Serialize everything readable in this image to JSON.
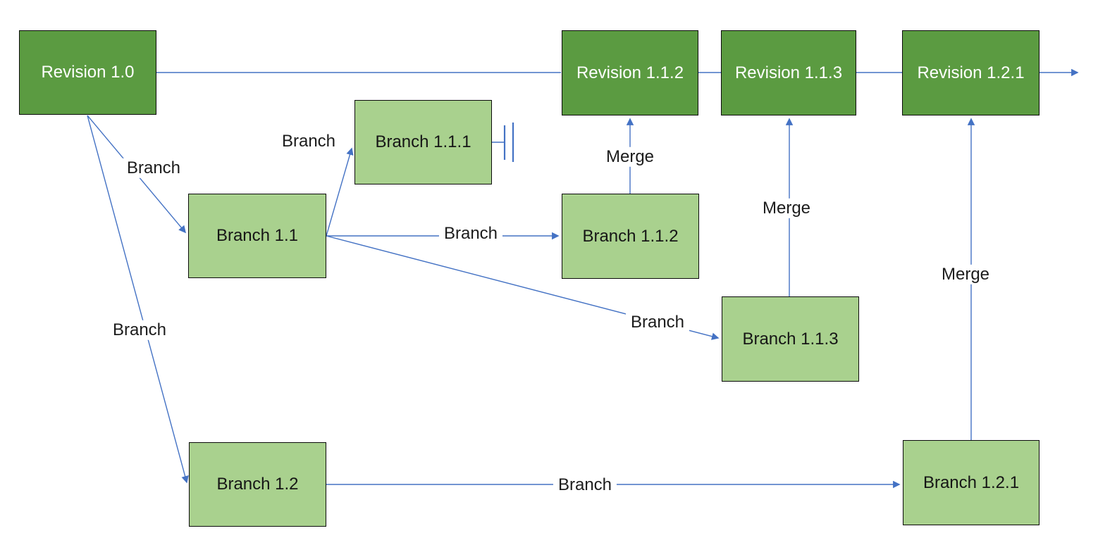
{
  "diagram": {
    "type": "version-control-branching-diagram",
    "colors": {
      "revision_fill": "#5b9b41",
      "branch_fill": "#a9d18e",
      "connector_blue": "#4472c4",
      "box_border": "#0b0b0b",
      "background": "#ffffff"
    },
    "nodes": {
      "revision_1_0": {
        "label": "Revision 1.0",
        "kind": "revision"
      },
      "revision_1_1_2": {
        "label": "Revision 1.1.2",
        "kind": "revision"
      },
      "revision_1_1_3": {
        "label": "Revision 1.1.3",
        "kind": "revision"
      },
      "revision_1_2_1": {
        "label": "Revision 1.2.1",
        "kind": "revision"
      },
      "branch_1_1": {
        "label": "Branch 1.1",
        "kind": "branch"
      },
      "branch_1_1_1": {
        "label": "Branch 1.1.1",
        "kind": "branch"
      },
      "branch_1_1_2": {
        "label": "Branch 1.1.2",
        "kind": "branch"
      },
      "branch_1_1_3": {
        "label": "Branch 1.1.3",
        "kind": "branch"
      },
      "branch_1_2": {
        "label": "Branch 1.2",
        "kind": "branch"
      },
      "branch_1_2_1": {
        "label": "Branch 1.2.1",
        "kind": "branch"
      }
    },
    "edges": {
      "rev10_to_branch11": {
        "label": "Branch",
        "from": "Revision 1.0",
        "to": "Branch 1.1"
      },
      "rev10_to_branch12": {
        "label": "Branch",
        "from": "Revision 1.0",
        "to": "Branch 1.2"
      },
      "branch11_to_branch111": {
        "label": "Branch",
        "from": "Branch 1.1",
        "to": "Branch 1.1.1"
      },
      "branch11_to_branch112": {
        "label": "Branch",
        "from": "Branch 1.1",
        "to": "Branch 1.1.2"
      },
      "branch11_to_branch113": {
        "label": "Branch",
        "from": "Branch 1.1",
        "to": "Branch 1.1.3"
      },
      "branch12_to_branch121": {
        "label": "Branch",
        "from": "Branch 1.2",
        "to": "Branch 1.2.1"
      },
      "branch112_to_rev112": {
        "label": "Merge",
        "from": "Branch 1.1.2",
        "to": "Revision 1.1.2"
      },
      "branch113_to_rev113": {
        "label": "Merge",
        "from": "Branch 1.1.3",
        "to": "Revision 1.1.3"
      },
      "branch121_to_rev121": {
        "label": "Merge",
        "from": "Branch 1.2.1",
        "to": "Revision 1.2.1"
      }
    }
  }
}
